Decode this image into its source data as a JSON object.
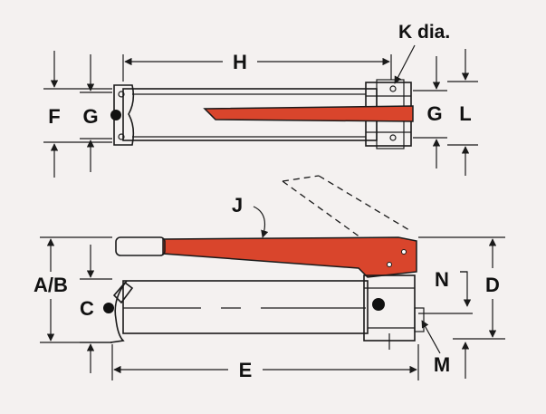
{
  "diagram": {
    "labels": {
      "H": "H",
      "K": "K dia.",
      "F": "F",
      "G_left": "G",
      "G_right": "G",
      "L": "L",
      "J": "J",
      "AB": "A/B",
      "C": "C",
      "D": "D",
      "N": "N",
      "E": "E",
      "M": "M"
    },
    "colors": {
      "handle": "#d9452c",
      "background": "#f4f1f0",
      "line": "#1a1a1a"
    }
  }
}
